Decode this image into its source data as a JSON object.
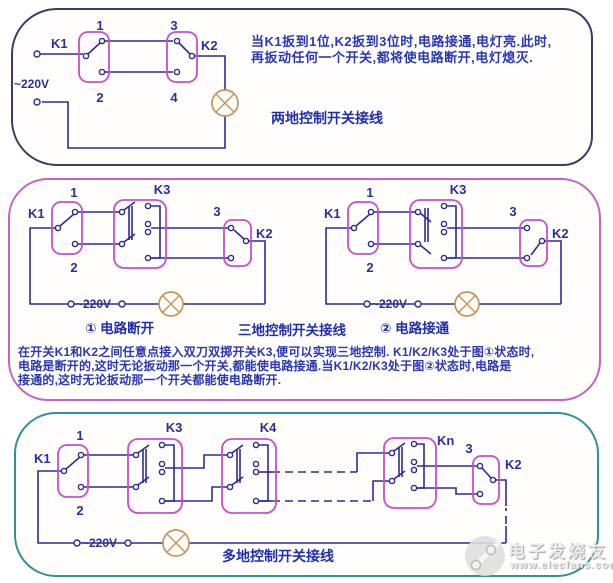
{
  "colors": {
    "wire": "#2b2b96",
    "switch_box": "#c84fc8",
    "lamp": "#c8935a",
    "text_blue": "#2a38b4",
    "panel_two_border": "#3c3c64",
    "panel_three_border": "#c661c6",
    "panel_multi_border": "#2f9393"
  },
  "labels": {
    "k1": "K1",
    "k2": "K2",
    "k3": "K3",
    "k4": "K4",
    "kn": "Kn",
    "t1": "1",
    "t2": "2",
    "t3": "3",
    "t4": "4",
    "voltage": "~220V"
  },
  "panel_two_location": {
    "description_line1": "当K1扳到1位,K2扳到3位时,电路接通,电灯亮.此时,",
    "description_line2": "再扳动任何一个开关,都将使电路断开,电灯熄灭.",
    "caption": "两地控制开关接线"
  },
  "panel_three_location": {
    "state1_caption": "① 电路断开",
    "caption": "三地控制开关接线",
    "state2_caption": "② 电路接通",
    "description_line1": "在开关K1和K2之间任意点接入双刀双掷开关K3,便可以实现三地控制. K1/K2/K3处于图①状态时,",
    "description_line2": "电路是断开的,这时无论扳动那一个开关,都能使电路接通.当K1/K2/K3处于图②状态时,电路是",
    "description_line3": "接通的,这时无论扳动那一个开关都能使电路断开."
  },
  "panel_multi_location": {
    "caption": "多地控制开关接线"
  },
  "watermark": {
    "site_name": "电子发烧友",
    "site_url": "www.elecfans.com"
  }
}
